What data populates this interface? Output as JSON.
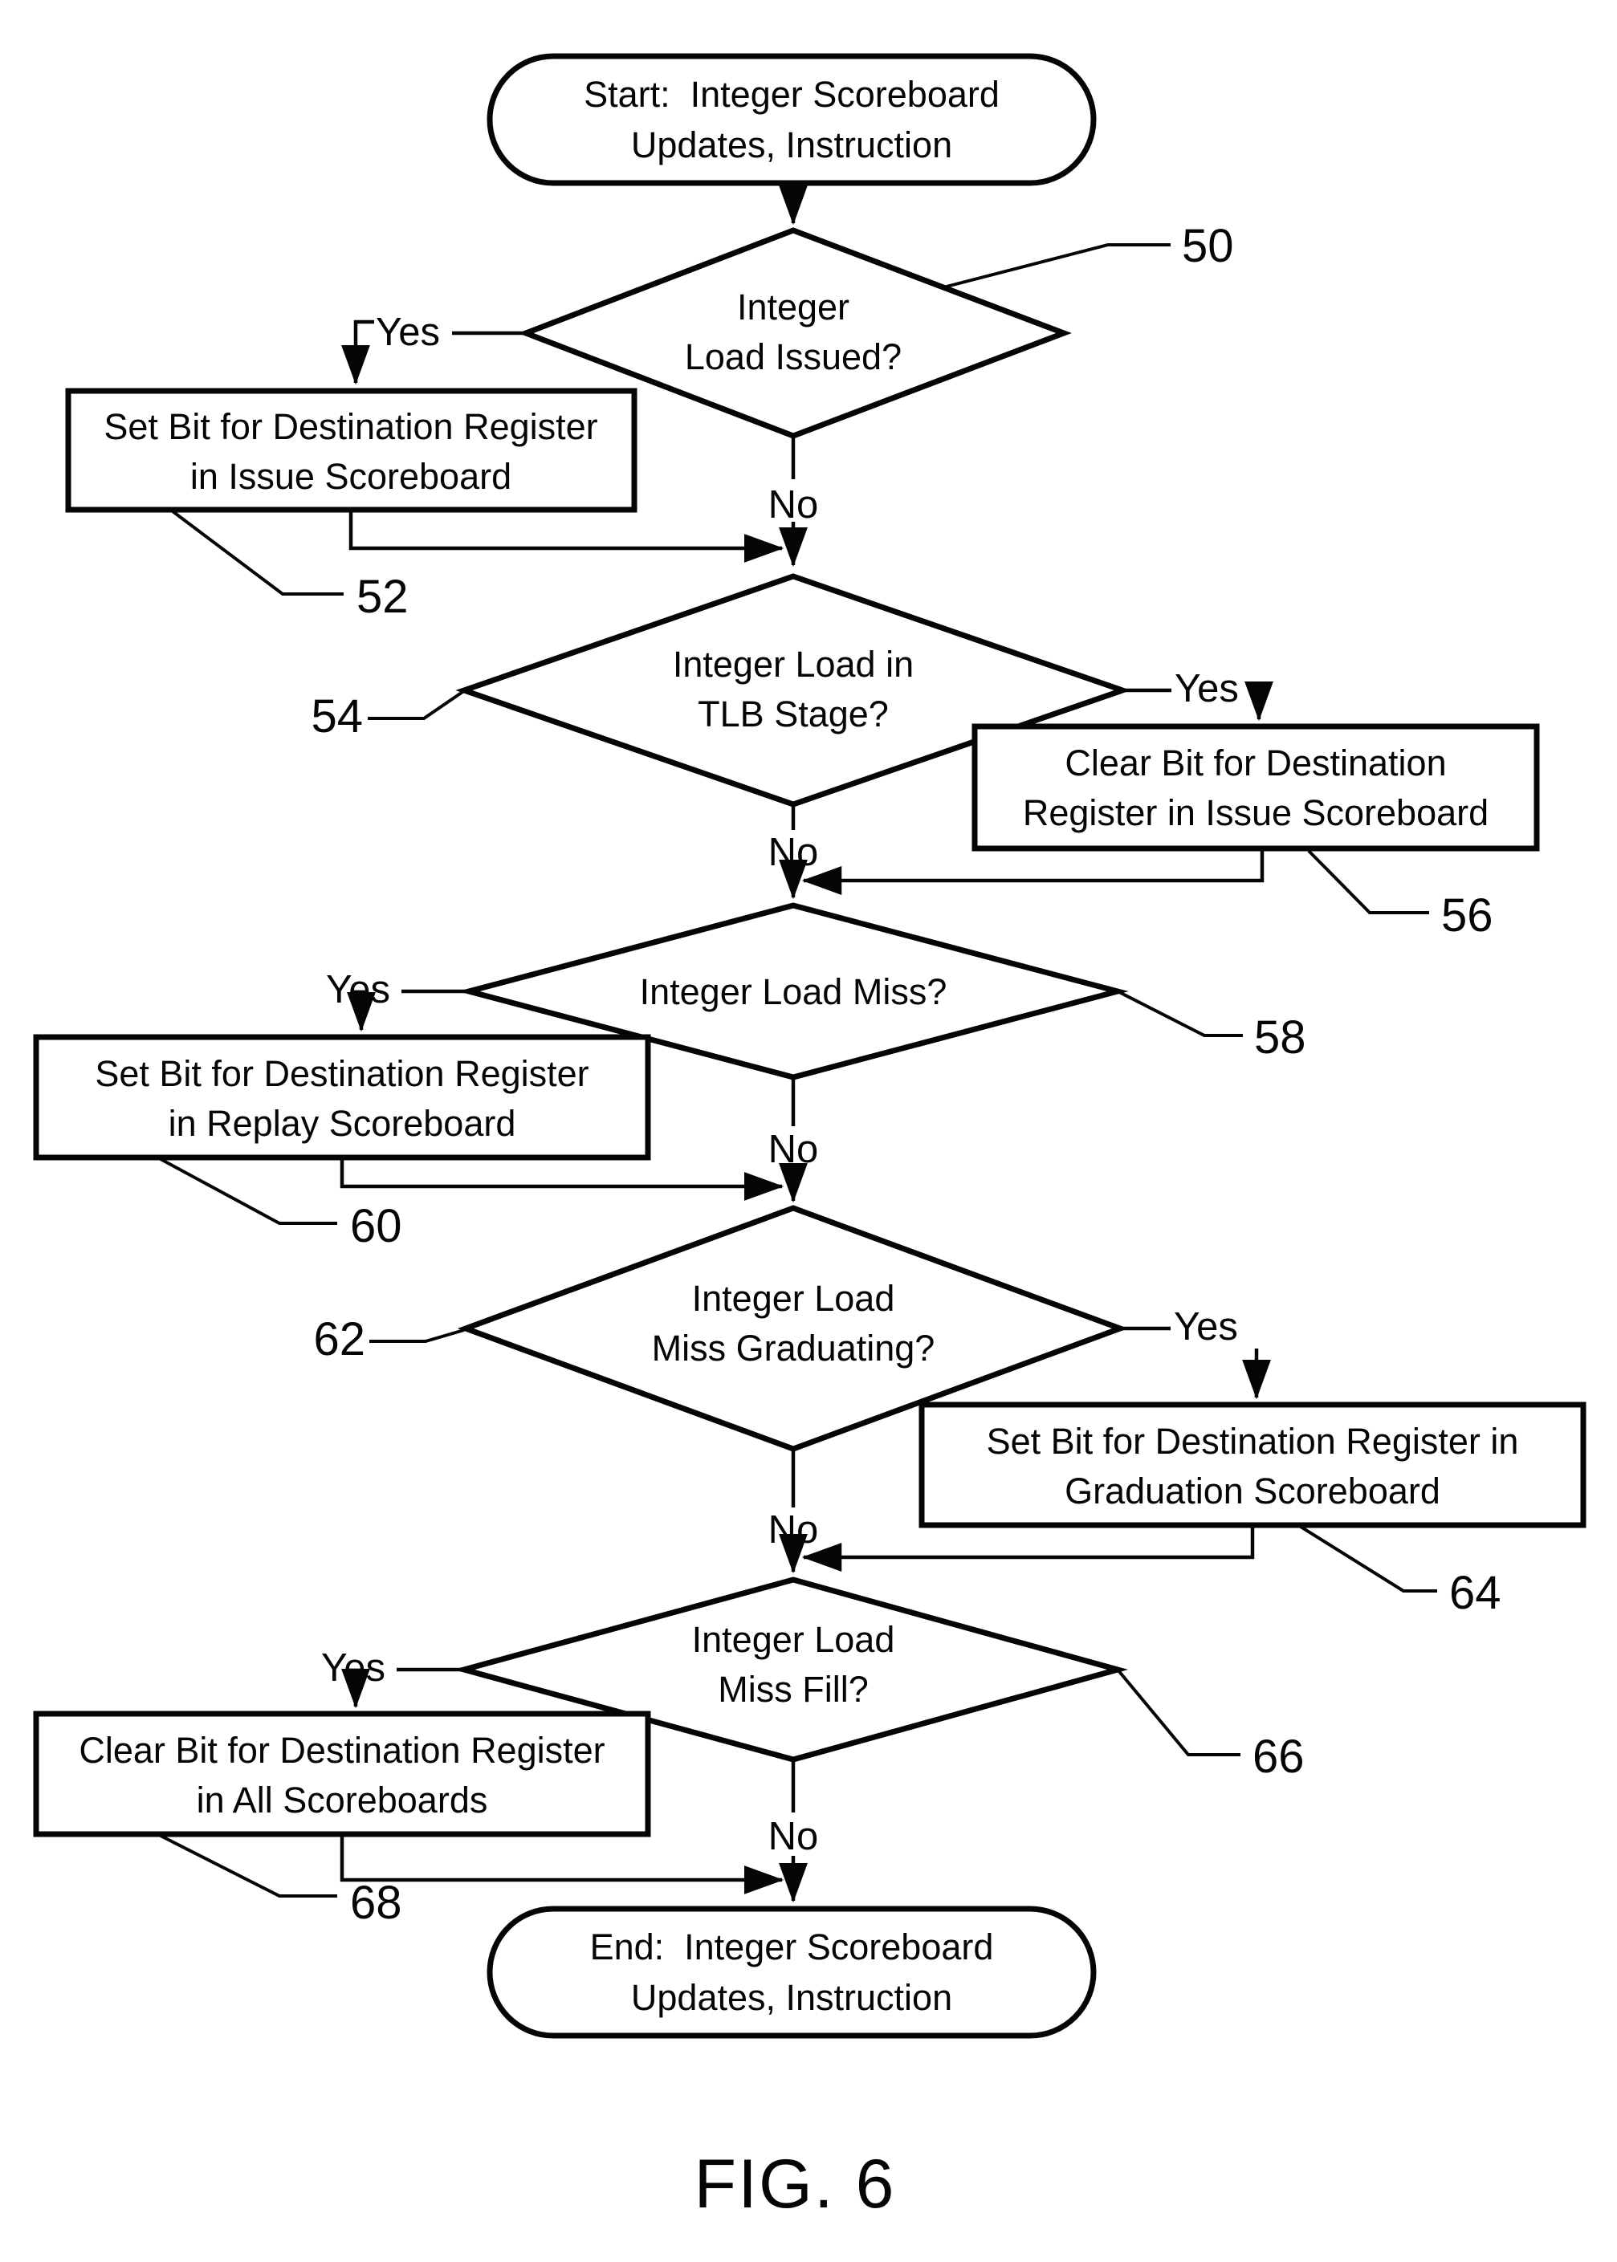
{
  "figure": {
    "caption": "FIG. 6"
  },
  "labels": {
    "yes": "Yes",
    "no": "No"
  },
  "nodes": {
    "start": {
      "line1": "Start:  Integer Scoreboard",
      "line2": "Updates, Instruction"
    },
    "load_issued": {
      "ref": "50",
      "line1": "Integer",
      "line2": "Load Issued?"
    },
    "set_issue": {
      "ref": "52",
      "line1": "Set Bit for Destination Register",
      "line2": "in Issue Scoreboard"
    },
    "tlb_stage": {
      "ref": "54",
      "line1": "Integer Load in",
      "line2": "TLB Stage?"
    },
    "clear_issue": {
      "ref": "56",
      "line1": "Clear Bit for Destination",
      "line2": "Register in Issue Scoreboard"
    },
    "load_miss": {
      "ref": "58",
      "line1": "Integer Load Miss?"
    },
    "set_replay": {
      "ref": "60",
      "line1": "Set Bit for Destination Register",
      "line2": "in Replay Scoreboard"
    },
    "miss_graduating": {
      "ref": "62",
      "line1": "Integer Load",
      "line2": "Miss Graduating?"
    },
    "set_graduation": {
      "ref": "64",
      "line1": "Set Bit for Destination Register in",
      "line2": "Graduation Scoreboard"
    },
    "miss_fill": {
      "ref": "66",
      "line1": "Integer Load",
      "line2": "Miss Fill?"
    },
    "clear_all": {
      "ref": "68",
      "line1": "Clear Bit for Destination Register",
      "line2": "in All Scoreboards"
    },
    "end": {
      "line1": "End:  Integer Scoreboard",
      "line2": "Updates, Instruction"
    }
  }
}
